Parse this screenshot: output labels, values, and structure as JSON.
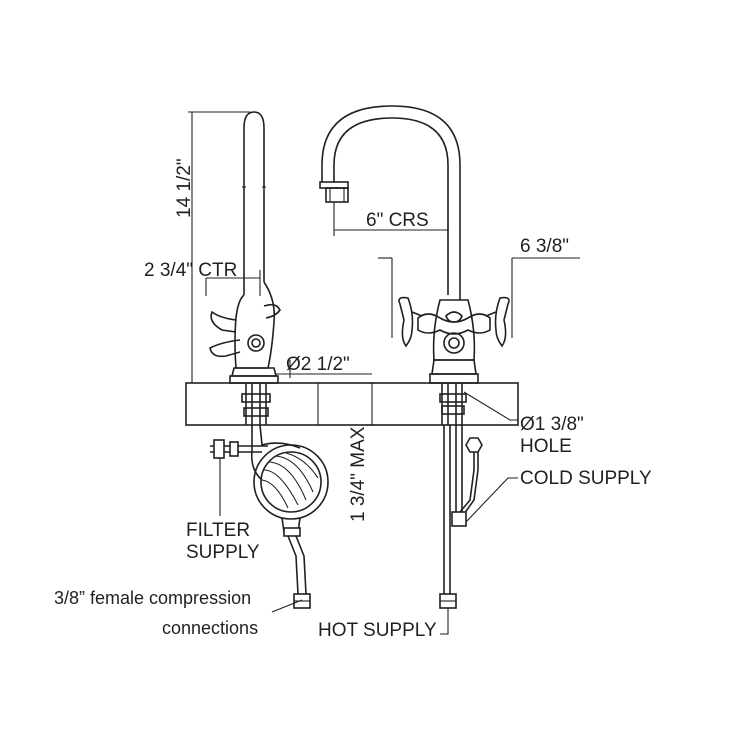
{
  "labels": {
    "height": "14 1/2\"",
    "ctr": "2 3/4\" CTR",
    "diameter": "Ø2 1/2\"",
    "crs": "6\" CRS",
    "width": "6 3/8\"",
    "hole_line1": "Ø1 3/8\"",
    "hole_line2": "HOLE",
    "max": "1 3/4\" MAX",
    "cold": "COLD SUPPLY",
    "filter_line1": "FILTER",
    "filter_line2": "SUPPLY",
    "compression_line1": "3/8” female compression",
    "compression_line2": "connections",
    "hot": "HOT SUPPLY"
  }
}
